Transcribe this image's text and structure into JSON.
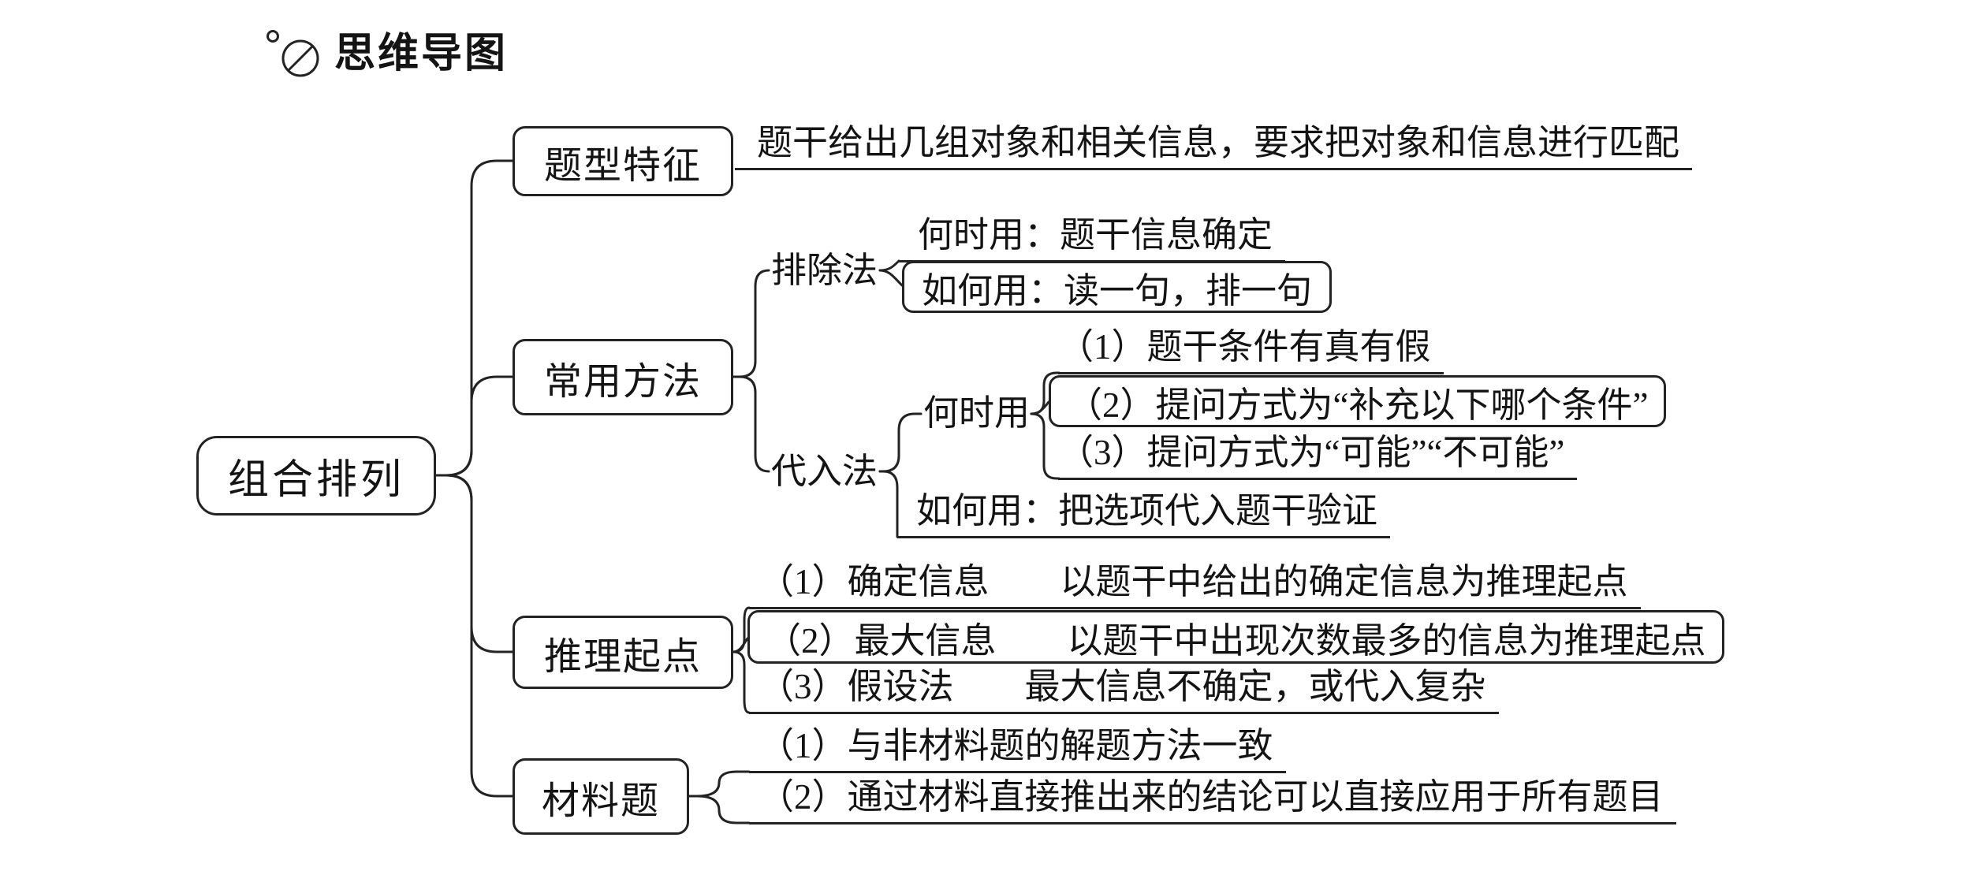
{
  "header": {
    "title": "思维导图",
    "icon": "slashed-circle-bullet"
  },
  "root": {
    "label": "组合排列"
  },
  "type_features": {
    "label": "题型特征",
    "desc": "题干给出几组对象和相关信息，要求把对象和信息进行匹配"
  },
  "common_methods": {
    "label": "常用方法",
    "elimination": {
      "label": "排除法",
      "when": "何时用：题干信息确定",
      "how": "如何用：读一句，排一句"
    },
    "substitution": {
      "label": "代入法",
      "when_label": "何时用",
      "when_items": [
        "（1）题干条件有真有假",
        "（2）提问方式为“补充以下哪个条件”",
        "（3）提问方式为“可能”“不可能”"
      ],
      "how": "如何用：把选项代入题干验证"
    }
  },
  "reasoning_start": {
    "label": "推理起点",
    "items": [
      "（1）确定信息　　以题干中给出的确定信息为推理起点",
      "（2）最大信息　　以题干中出现次数最多的信息为推理起点",
      "（3）假设法　　最大信息不确定，或代入复杂"
    ]
  },
  "material_questions": {
    "label": "材料题",
    "items": [
      "（1）与非材料题的解题方法一致",
      "（2）通过材料直接推出来的结论可以直接应用于所有题目"
    ]
  }
}
